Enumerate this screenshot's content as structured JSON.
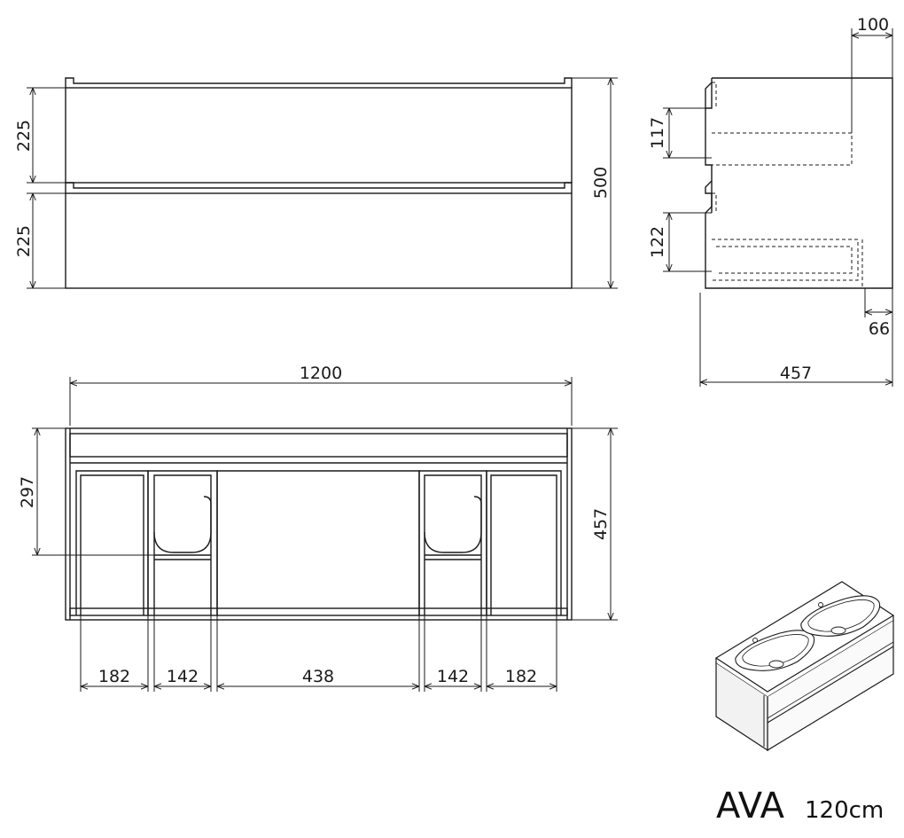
{
  "product": {
    "name": "AVA",
    "size": "120cm"
  },
  "front_view": {
    "drawer_top_height": "225",
    "drawer_bottom_height": "225",
    "total_height": "500"
  },
  "side_view": {
    "depth_top_offset": "100",
    "upper_pocket": "117",
    "lower_pocket": "122",
    "bottom_offset": "66",
    "depth": "457"
  },
  "top_view": {
    "total_width": "1200",
    "front_depth": "297",
    "depth": "457",
    "segments": [
      "182",
      "142",
      "438",
      "142",
      "182"
    ]
  }
}
